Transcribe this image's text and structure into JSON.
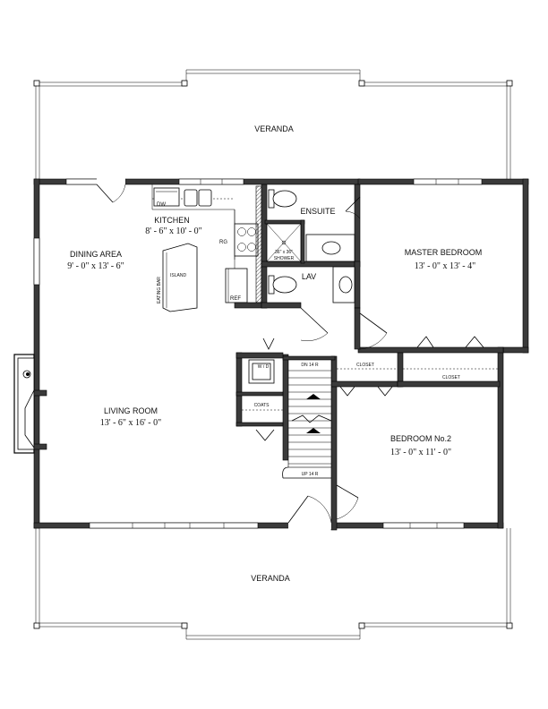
{
  "plan": {
    "rooms": {
      "veranda_top": "VERANDA",
      "veranda_bottom": "VERANDA",
      "kitchen": {
        "name": "KITCHEN",
        "dims": "8' - 6\" x 10' - 0\""
      },
      "dining": {
        "name": "DINING AREA",
        "dims": "9' - 0\" x 13' - 6\""
      },
      "living": {
        "name": "LIVING ROOM",
        "dims": "13' - 6\" x 16' - 0\""
      },
      "master": {
        "name": "MASTER BEDROOM",
        "dims": "13' - 0\" x 13' - 4\""
      },
      "bedroom2": {
        "name": "BEDROOM No.2",
        "dims": "13' - 0\" x 11' - 0\""
      },
      "ensuite": "ENSUITE",
      "lav": "LAV"
    },
    "labels": {
      "dw": "DW",
      "rg": "RG",
      "ref": "REF",
      "eating_bar": "EATING BAR",
      "island": "ISLAND",
      "shower_line1": "36\" x 36\"",
      "shower_line2": "SHOWER",
      "wd": "W / D",
      "coats": "COATS",
      "closet_master": "CLOSET",
      "closet_bed2": "CLOSET",
      "stair_dn": "DN 14 R",
      "stair_up": "UP 14 R"
    }
  }
}
